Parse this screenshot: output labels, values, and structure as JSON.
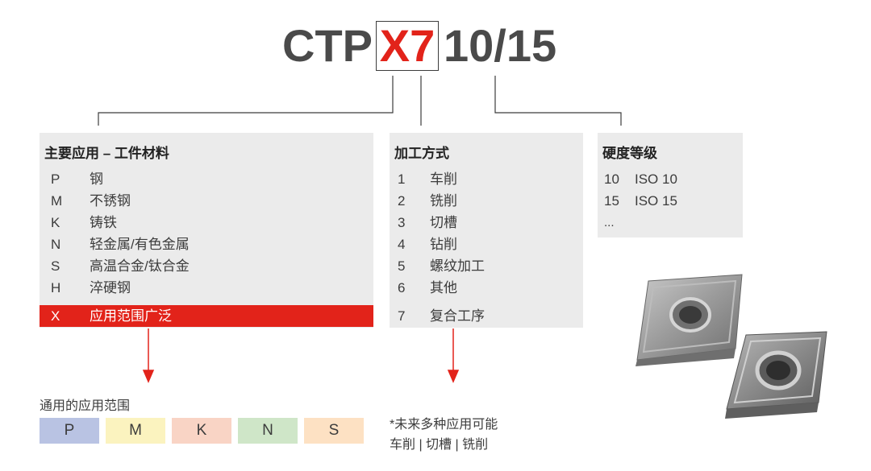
{
  "code": {
    "prefix": "CTP",
    "highlight": "X7",
    "suffix": "10/15"
  },
  "applications": {
    "heading": "主要应用 – 工件材料",
    "items": [
      {
        "code": "P",
        "name": "钢"
      },
      {
        "code": "M",
        "name": "不锈钢"
      },
      {
        "code": "K",
        "name": "铸铁"
      },
      {
        "code": "N",
        "name": "轻金属/有色金属"
      },
      {
        "code": "S",
        "name": "高温合金/钛合金"
      },
      {
        "code": "H",
        "name": "淬硬钢"
      },
      {
        "code": "X",
        "name": "应用范围广泛",
        "active": true
      }
    ]
  },
  "machining": {
    "heading": "加工方式",
    "items": [
      {
        "code": "1",
        "name": "车削"
      },
      {
        "code": "2",
        "name": "铣削"
      },
      {
        "code": "3",
        "name": "切槽"
      },
      {
        "code": "4",
        "name": "钻削"
      },
      {
        "code": "5",
        "name": "螺纹加工"
      },
      {
        "code": "6",
        "name": "其他"
      },
      {
        "code": "7",
        "name": "复合工序"
      }
    ]
  },
  "hardness": {
    "heading": "硬度等级",
    "items": [
      {
        "code": "10",
        "name": "ISO 10"
      },
      {
        "code": "15",
        "name": "ISO 15"
      },
      {
        "code": "...",
        "name": ""
      }
    ]
  },
  "general": {
    "label": "通用的应用范围",
    "chips": [
      {
        "label": "P",
        "color": "#b9c3e3"
      },
      {
        "label": "M",
        "color": "#fbf3bf"
      },
      {
        "label": "K",
        "color": "#f9d4c5"
      },
      {
        "label": "N",
        "color": "#cfe6c8"
      },
      {
        "label": "S",
        "color": "#fde1c3"
      }
    ]
  },
  "note": {
    "line1": "*未来多种应用可能",
    "line2": "车削 | 切槽 | 铣削"
  },
  "colors": {
    "accent": "#e2231a",
    "panel": "#ebebeb",
    "text": "#3c3c3c"
  }
}
